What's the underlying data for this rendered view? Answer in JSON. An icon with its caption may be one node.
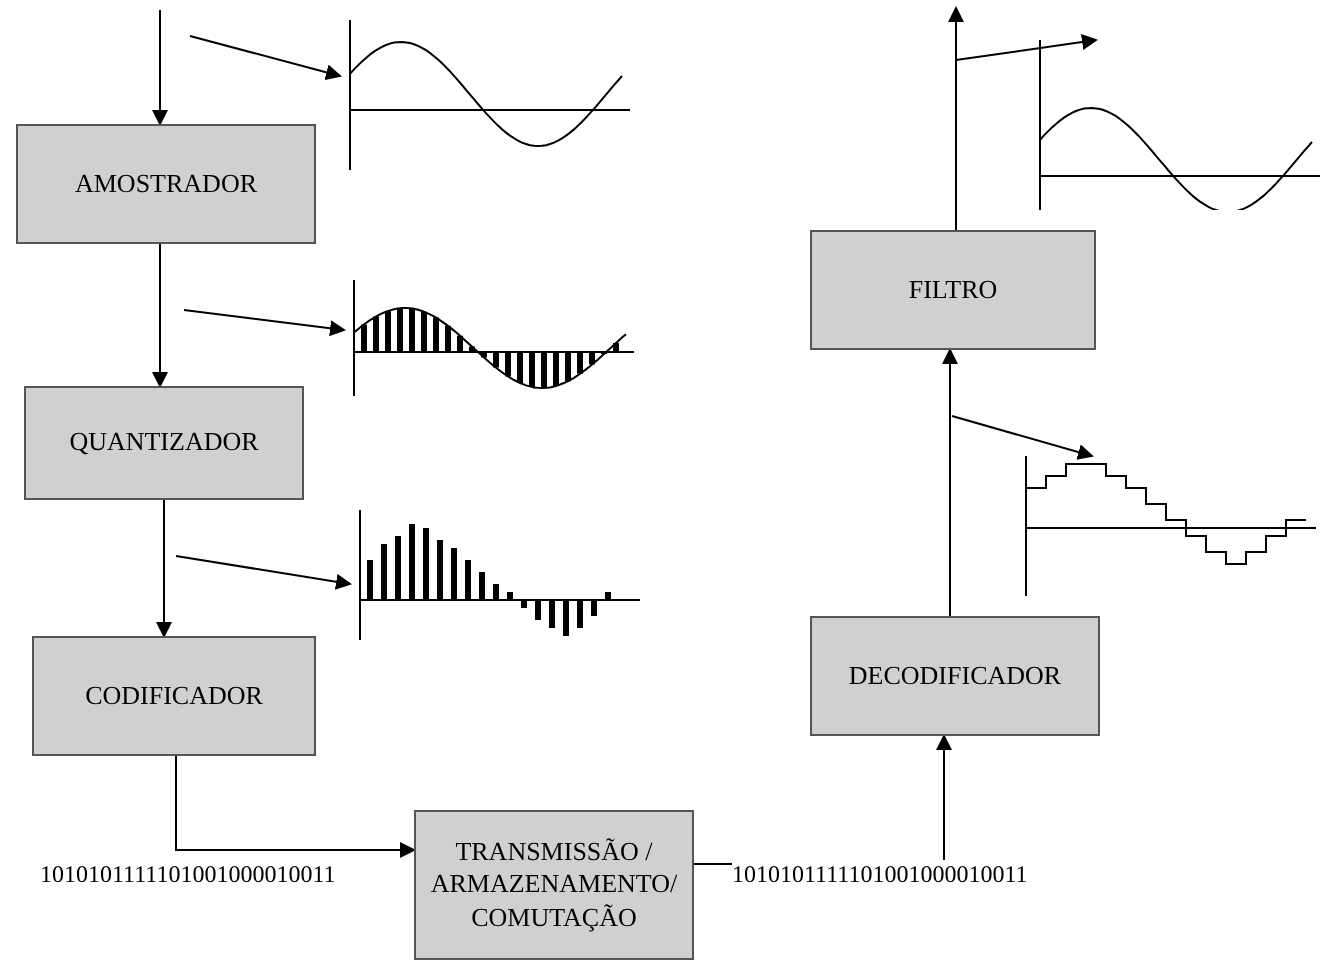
{
  "diagram": {
    "nodes": [
      {
        "text": [
          "AMOSTRADOR"
        ]
      },
      {
        "text": [
          "QUANTIZADOR"
        ]
      },
      {
        "text": [
          "CODIFICADOR"
        ]
      },
      {
        "text": [
          "TRANSMISSÃO / ARMAZENAMENTO/ COMUTAÇÃO"
        ]
      },
      {
        "text": [
          "DECODIFICADOR"
        ]
      },
      {
        "text": [
          "FILTRO"
        ]
      },
      {
        "text": [],
        "shape": "picture"
      },
      {
        "text": [],
        "shape": "picture"
      },
      {
        "text": [],
        "shape": "picture"
      },
      {
        "text": [],
        "shape": "picture"
      },
      {
        "text": [],
        "shape": "picture"
      }
    ],
    "edges": [
      {
        "from": null,
        "to": 0,
        "arrow": "to"
      },
      {
        "from": 0,
        "to": 1,
        "arrow": "to"
      },
      {
        "from": 1,
        "to": 2,
        "arrow": "to"
      },
      {
        "from": 2,
        "to": 3,
        "arrow": "to",
        "label": "1010101111101001000010011"
      },
      {
        "from": 3,
        "to": 4,
        "arrow": "to",
        "label": "1010101111101001000010011"
      },
      {
        "from": 4,
        "to": 5,
        "arrow": "to"
      },
      {
        "from": 5,
        "to": null,
        "arrow": "to"
      },
      {
        "from": null,
        "to": 6,
        "arrow": "to"
      },
      {
        "from": null,
        "to": 7,
        "arrow": "to"
      },
      {
        "from": null,
        "to": 8,
        "arrow": "to"
      },
      {
        "from": null,
        "to": 9,
        "arrow": "to"
      },
      {
        "from": null,
        "to": 10,
        "arrow": "to"
      }
    ]
  }
}
